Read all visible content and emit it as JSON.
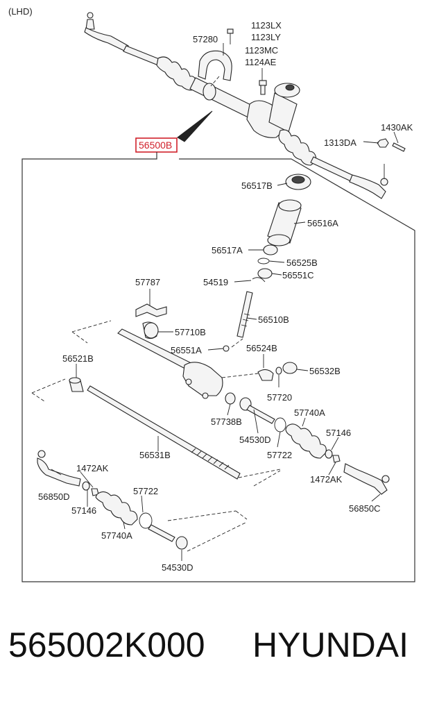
{
  "diagram": {
    "corner_label": "(LHD)",
    "assembly_label": "56500B",
    "assembly_color": "#d0202a",
    "labels": {
      "p57280": "57280",
      "p1123LX": "1123LX",
      "p1123LY": "1123LY",
      "p1123MC": "1123MC",
      "p1124AE": "1124AE",
      "p1430AK": "1430AK",
      "p1313DA": "1313DA",
      "p56517B": "56517B",
      "p56516A": "56516A",
      "p56517A": "56517A",
      "p56525B": "56525B",
      "p54519": "54519",
      "p56551C": "56551C",
      "p57787": "57787",
      "p56510B": "56510B",
      "p57710B": "57710B",
      "p56551A": "56551A",
      "p56524B": "56524B",
      "p56521B": "56521B",
      "p56532B": "56532B",
      "p57720": "57720",
      "p57738B": "57738B",
      "p57740A_r": "57740A",
      "p57146_r": "57146",
      "p54530D_r": "54530D",
      "p57722_r": "57722",
      "p56531B": "56531B",
      "p1472AK_r": "1472AK",
      "p1472AK_l": "1472AK",
      "p56850D": "56850D",
      "p57146_l": "57146",
      "p57722_l": "57722",
      "p56850C": "56850C",
      "p57740A_l": "57740A",
      "p54530D_l": "54530D"
    }
  },
  "caption": {
    "part_number": "565002K000",
    "brand": "HYUNDAI"
  }
}
